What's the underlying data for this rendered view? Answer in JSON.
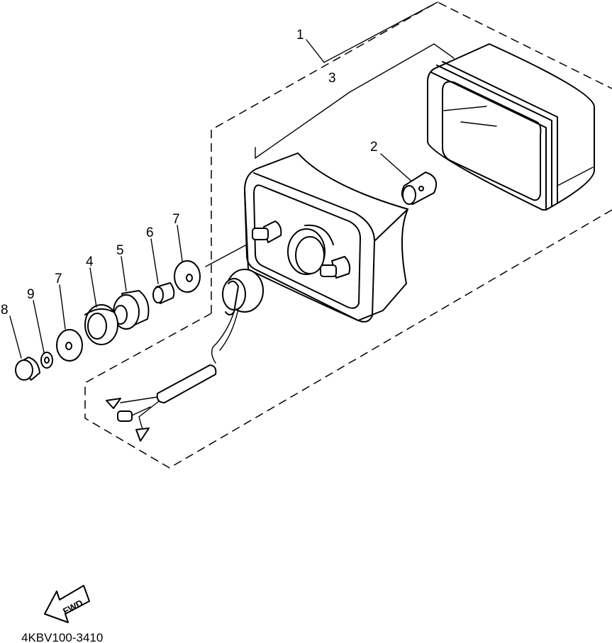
{
  "diagram": {
    "part_numbers": [
      "1",
      "2",
      "3",
      "4",
      "5",
      "6",
      "7",
      "8",
      "9"
    ],
    "callouts": {
      "p1": "1",
      "p2": "2",
      "p3": "3",
      "p4": "4",
      "p5": "5",
      "p6": "6",
      "p7a": "7",
      "p7b": "7",
      "p8": "8",
      "p9": "9"
    },
    "fwd_arrow_label": "FWD",
    "drawing_code": "4KBV100-3410"
  }
}
